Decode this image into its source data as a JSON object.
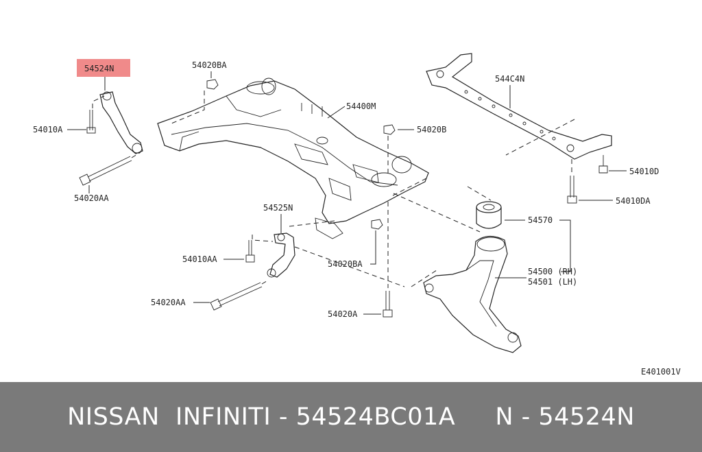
{
  "labels": {
    "highlight": "54524N",
    "l54020BA_top": "54020BA",
    "l54400M": "54400M",
    "l544C4N": "544C4N",
    "l54010A": "54010A",
    "l54020B": "54020B",
    "l54020AA_top": "54020AA",
    "l54010D": "54010D",
    "l54010DA": "54010DA",
    "l54525N": "54525N",
    "l54570": "54570",
    "l54010AA": "54010AA",
    "l54020BA_mid": "54020BA",
    "l54500": "54500 (RH)",
    "l54501": "54501 (LH)",
    "l54020AA_bot": "54020AA",
    "l54020A": "54020A",
    "diagram_code": "E401001V"
  },
  "footer": {
    "text": "NISSAN  INFINITI - 54524BC01A     N - 54524N"
  },
  "colors": {
    "highlight_fill": "#f08a8a",
    "footer_bg": "#7a7a7a"
  }
}
